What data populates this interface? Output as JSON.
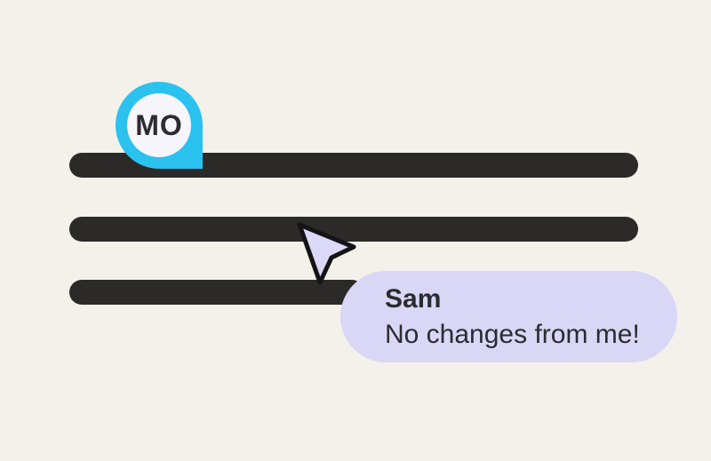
{
  "theme": {
    "background_color": "#f3f1ea",
    "line_color": "#2b2a28",
    "accent_cyan": "#2bc2f0",
    "bubble_color": "#d9d6f6",
    "cursor_fill": "#dbd9f7",
    "cursor_outline": "#141414",
    "badge_inner_color": "#f8f6fd",
    "text_color": "#2c2b2f"
  },
  "presence_badge": {
    "initials": "MO"
  },
  "comment_bubble": {
    "author": "Sam",
    "message": "No changes from me!"
  },
  "document": {
    "placeholder_line_count": 3
  }
}
